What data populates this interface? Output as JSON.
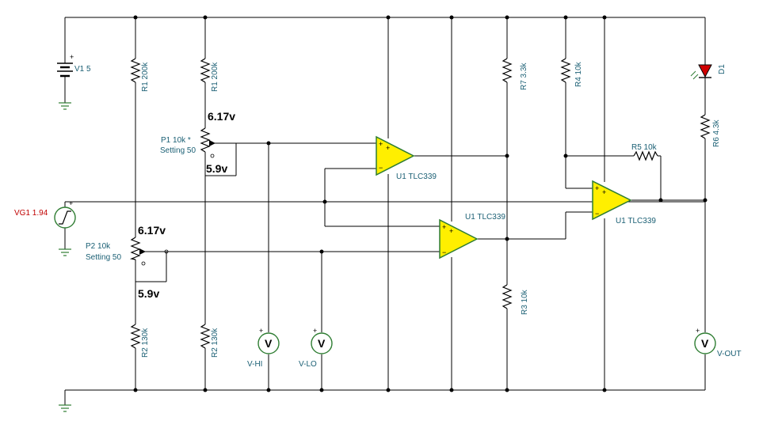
{
  "components": {
    "v1": "V1 5",
    "r1_left": "R1 200k",
    "r1_right": "R1 200k",
    "r2_left": "R2 130k",
    "r2_right": "R2 130k",
    "p1_line1": "P1 10k *",
    "p1_line2": "Setting 50",
    "p2_line1": "P2 10k",
    "p2_line2": "Setting 50",
    "vg1": "VG1 1.94",
    "u1_a": "U1 TLC339",
    "u1_b": "U1 TLC339",
    "u1_c": "U1 TLC339",
    "r7": "R7 3.3k",
    "r4": "R4 10k",
    "r3": "R3 10k",
    "r5": "R5 10k",
    "r6": "R6 4.3k",
    "d1": "D1"
  },
  "annotations": {
    "v_p1_top": "6.17v",
    "v_p1_bot": "5.9v",
    "v_p2_top": "6.17v",
    "v_p2_bot": "5.9v"
  },
  "meters": {
    "vhi": "V-HI",
    "vlo": "V-LO",
    "vout": "V-OUT",
    "symbol": "V"
  },
  "colors": {
    "opamp_fill": "#ffef00",
    "component_green": "#2e7d32",
    "label_blue": "#1a5f74",
    "generator_label_red": "#c00000",
    "led_red": "#d00000"
  }
}
